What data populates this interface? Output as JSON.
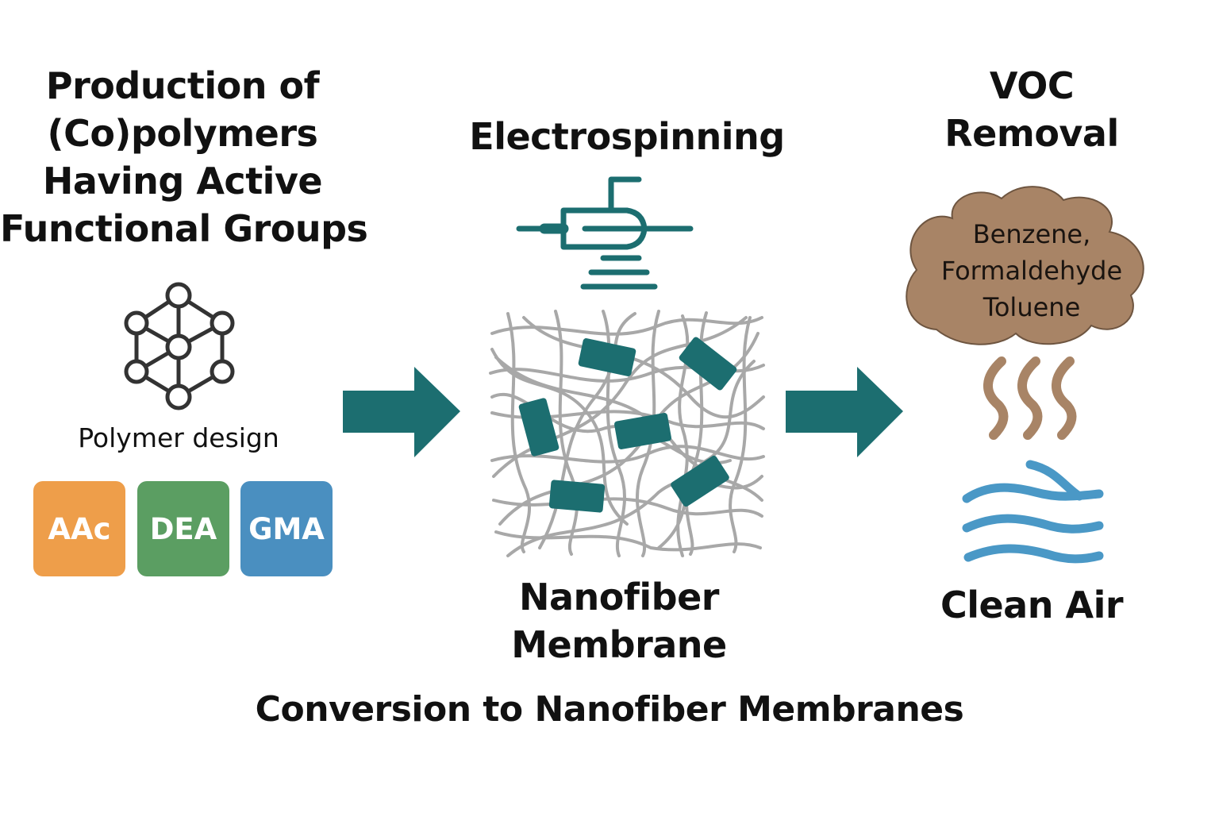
{
  "steps": {
    "production": {
      "title_lines": [
        "Production of",
        "(Co)polymers",
        "Having Active",
        "Functional Groups"
      ],
      "sublabel": "Polymer design",
      "monomers": [
        {
          "label": "AAc",
          "color": "#ee9e4a"
        },
        {
          "label": "DEA",
          "color": "#5b9e62"
        },
        {
          "label": "GMA",
          "color": "#4a8fc0"
        }
      ],
      "icon": "molecule-network-icon"
    },
    "electrospinning": {
      "title": "Electrospinning",
      "icon": "syringe-spinneret-icon",
      "product_lines": [
        "Nanofiber",
        "Membrane"
      ]
    },
    "voc_removal": {
      "title_lines": [
        "VOC",
        "Removal"
      ],
      "voc_lines": [
        "Benzene,",
        "Formaldehyde",
        "Toluene"
      ],
      "result": "Clean Air"
    }
  },
  "caption": "Conversion to Nanofiber Membranes",
  "colors": {
    "teal": "#1c6e70",
    "fiber": "#a8a8a8",
    "cloud": "#a88466",
    "fume": "#a88466",
    "air": "#4a98c6",
    "molecule": "#333333"
  }
}
